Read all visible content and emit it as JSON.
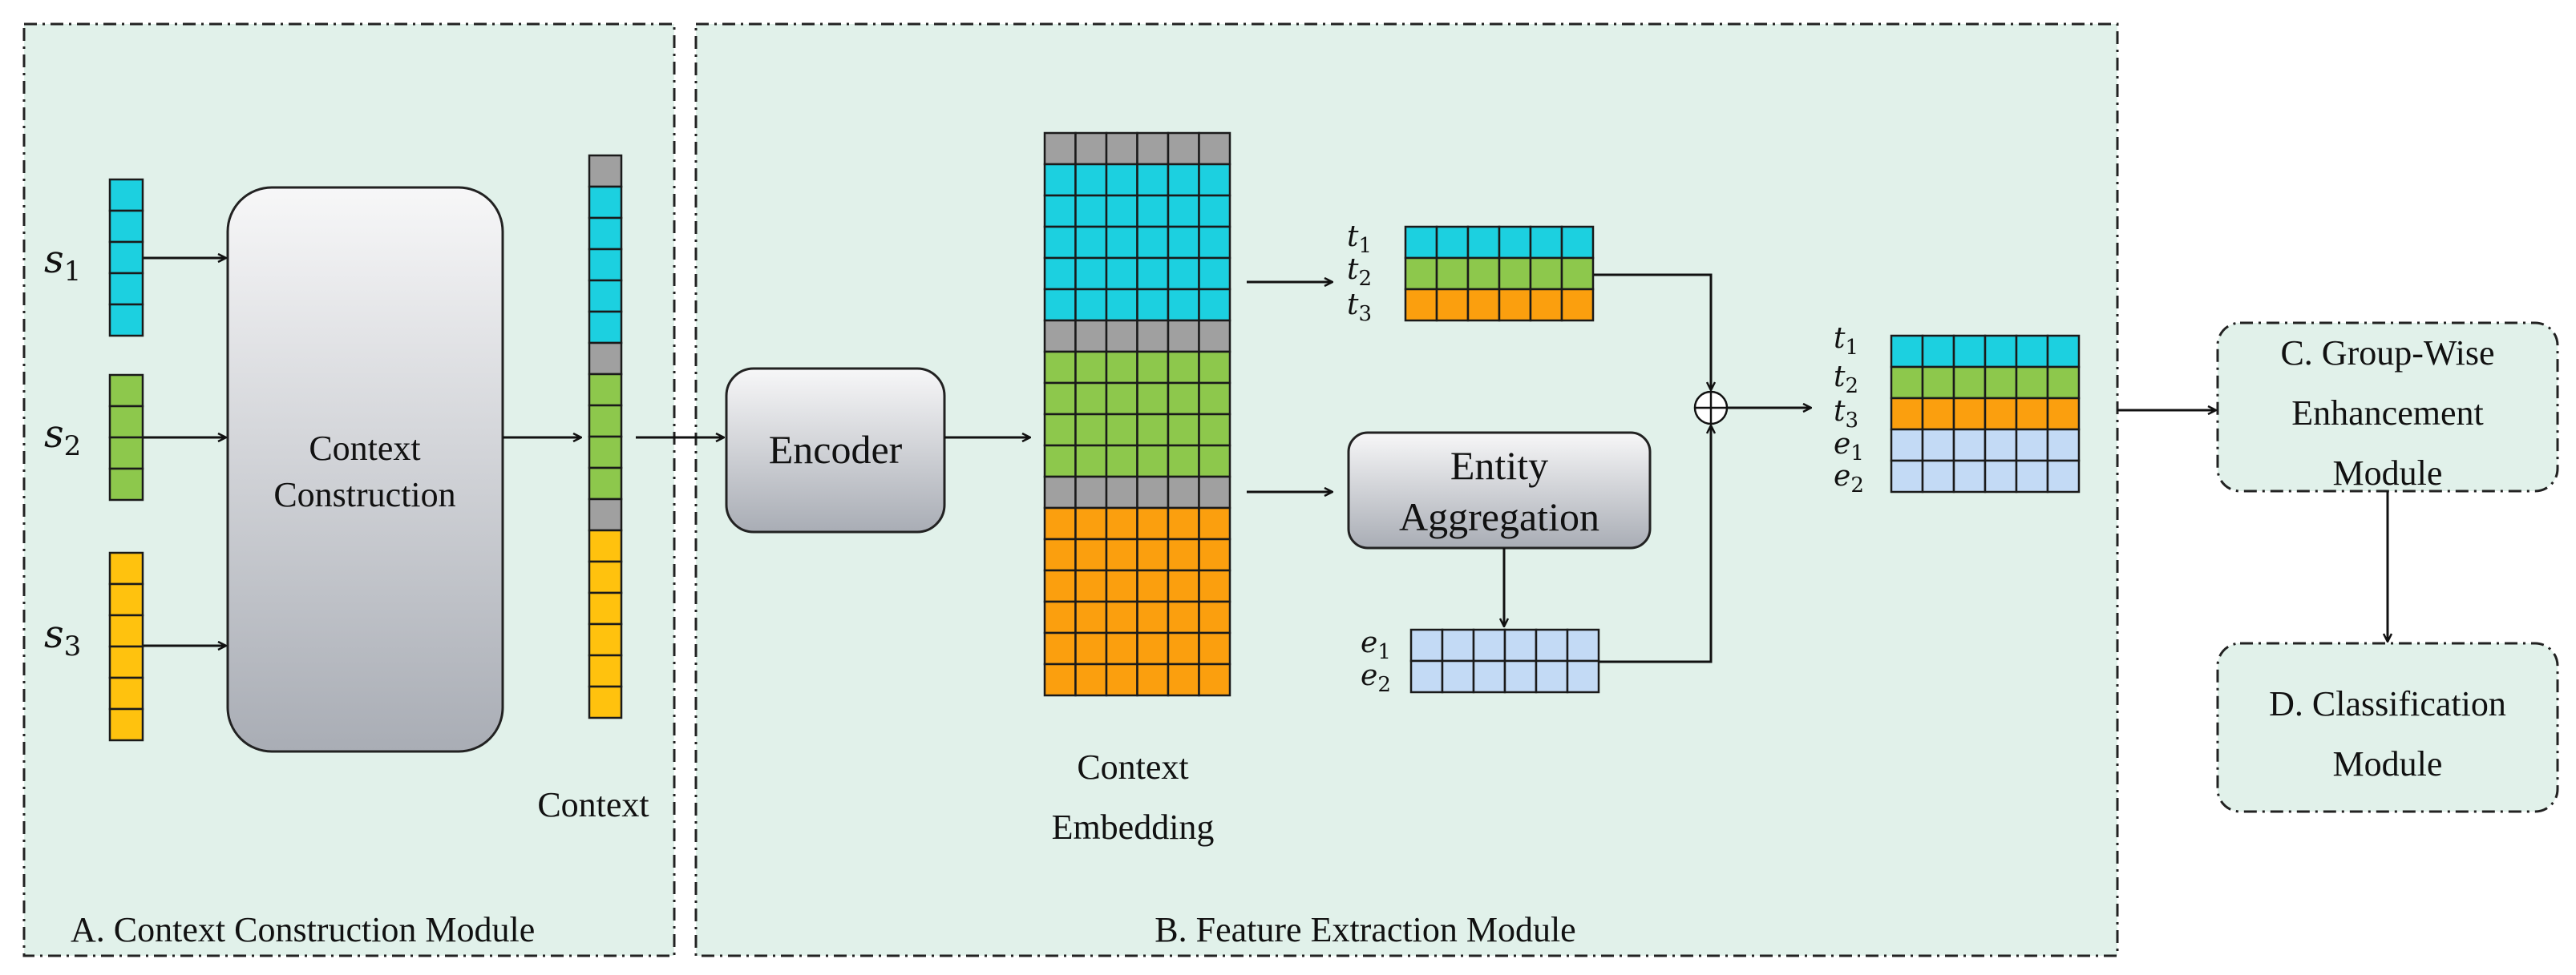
{
  "colors": {
    "panel_fill": "#e1f1ea",
    "panel_border": "#222222",
    "cyan": "#1cd0e0",
    "green": "#8dc84c",
    "orange": "#fb9f0e",
    "yellow": "#ffc20e",
    "gray": "#a0a0a0",
    "light_blue": "#c3daf5",
    "node_top": "#f7f7f8",
    "node_bottom": "#a9adb5"
  },
  "modules": {
    "a": {
      "title": "A. Context Construction Module"
    },
    "b": {
      "title": "B. Feature Extraction Module"
    },
    "c": {
      "line1": "C. Group-Wise",
      "line2": "Enhancement",
      "line3": "Module"
    },
    "d": {
      "line1": "D. Classification",
      "line2": "Module"
    }
  },
  "nodes": {
    "context_construction": {
      "line1": "Context",
      "line2": "Construction"
    },
    "encoder": {
      "label": "Encoder"
    },
    "entity_aggregation": {
      "line1": "Entity",
      "line2": "Aggregation"
    }
  },
  "labels": {
    "context": "Context",
    "context_embedding_1": "Context",
    "context_embedding_2": "Embedding"
  },
  "symbols": {
    "s1": {
      "base": "s",
      "sub": "1"
    },
    "s2": {
      "base": "s",
      "sub": "2"
    },
    "s3": {
      "base": "s",
      "sub": "3"
    },
    "t1": {
      "base": "t",
      "sub": "1"
    },
    "t2": {
      "base": "t",
      "sub": "2"
    },
    "t3": {
      "base": "t",
      "sub": "3"
    },
    "e1": {
      "base": "e",
      "sub": "1"
    },
    "e2": {
      "base": "e",
      "sub": "2"
    },
    "plus": "⊕"
  }
}
